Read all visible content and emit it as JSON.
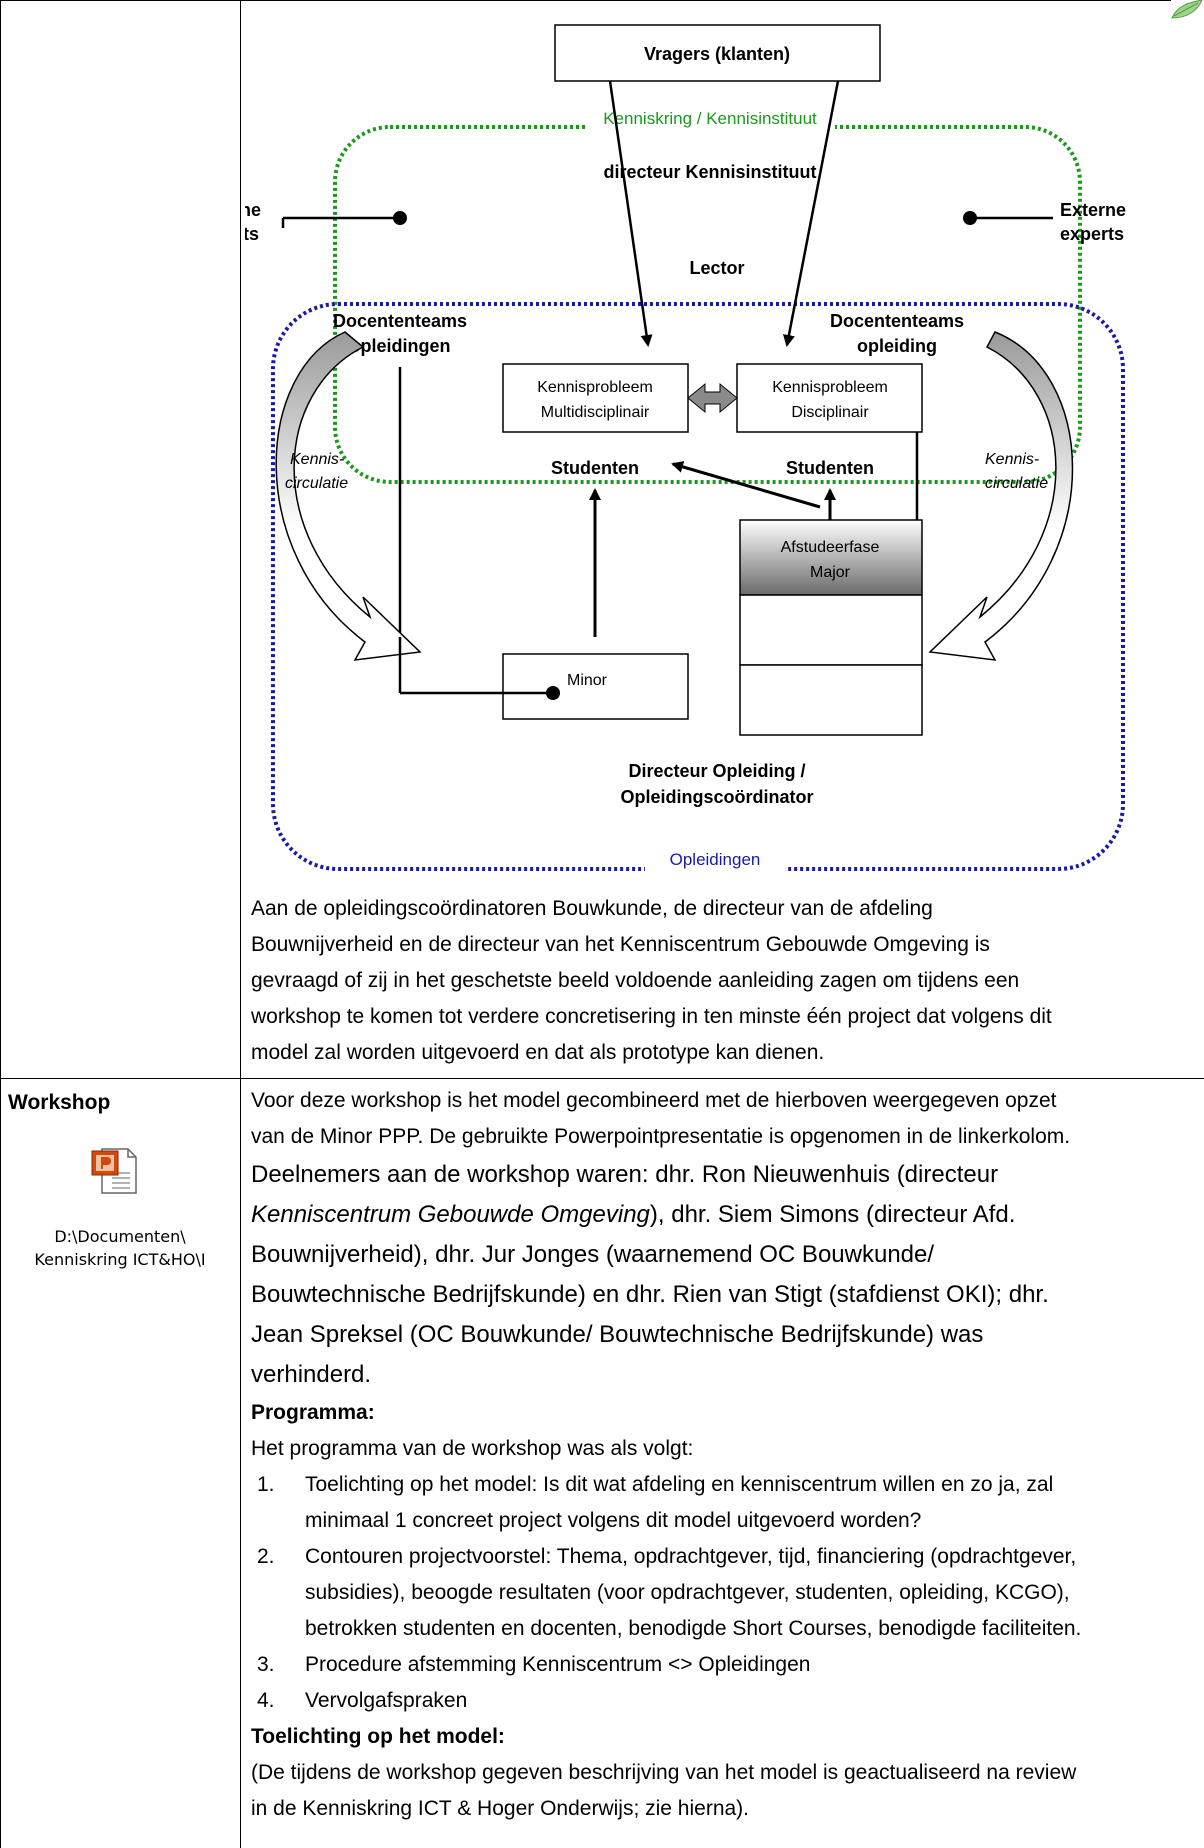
{
  "diagram": {
    "vragers": "Vragers (klanten)",
    "kenniskring": "Kenniskring / Kennisinstituut",
    "directeur_ki": "directeur Kennisinstituut",
    "externe_left_1": "Externe",
    "externe_left_2": "experts",
    "externe_right_1": "Externe",
    "externe_right_2": "experts",
    "lector": "Lector",
    "doc_left_1": "Docententeams",
    "doc_left_2": "opleidingen",
    "doc_right_1": "Docententeams",
    "doc_right_2": "opleiding",
    "kp_left_1": "Kennisprobleem",
    "kp_left_2": "Multidisciplinair",
    "kp_right_1": "Kennisprobleem",
    "kp_right_2": "Disciplinair",
    "kennis_left_1": "Kennis-",
    "kennis_left_2": "circulatie",
    "kennis_right_1": "Kennis-",
    "kennis_right_2": "circulatie",
    "studenten_left": "Studenten",
    "studenten_right": "Studenten",
    "afstudeer_1": "Afstudeerfase",
    "afstudeer_2": "Major",
    "minor": "Minor",
    "dir_opl_1": "Directeur Opleiding /",
    "dir_opl_2": "Opleidingscoördinator",
    "opleidingen": "Opleidingen"
  },
  "intro": {
    "lines": [
      "Aan de opleidingscoördinatoren Bouwkunde, de directeur van de afdeling",
      "Bouwnijverheid en de directeur van het Kenniscentrum Gebouwde Omgeving is",
      "gevraagd of zij in het geschetste beeld voldoende aanleiding zagen om tijdens een",
      "workshop te komen tot verdere concretisering in ten minste één project dat volgens dit",
      "model zal worden uitgevoerd en dat als prototype kan dienen."
    ]
  },
  "workshop": {
    "title": "Workshop",
    "path_1": "D:\\Documenten\\",
    "path_2": "Kenniskring ICT&HO\\I",
    "p1_lines": [
      "Voor deze workshop is het model gecombineerd met de hierboven weergegeven opzet",
      "van de Minor PPP.  De gebruikte Powerpointpresentatie is opgenomen in de linkerkolom."
    ],
    "p2_a": "Deelnemers aan de workshop waren: dhr. Ron Nieuwenhuis (directeur",
    "p2_b_italic": "Kenniscentrum Gebouwde Omgeving",
    "p2_b_rest": "), dhr. Siem Simons (directeur Afd.",
    "p2_c": "Bouwnijverheid), dhr. Jur Jonges (waarnemend OC Bouwkunde/",
    "p2_d": "Bouwtechnische Bedrijfskunde) en dhr. Rien van Stigt (stafdienst OKI); dhr.",
    "p2_e": "Jean Spreksel (OC Bouwkunde/ Bouwtechnische Bedrijfskunde) was",
    "p2_f": "verhinderd.",
    "programma_heading": "Programma:",
    "programma_intro": "Het programma van de workshop was als volgt:",
    "items": [
      {
        "num": "1.",
        "l1": "Toelichting op het model: Is dit wat afdeling en kenniscentrum willen en zo ja, zal",
        "l2": "minimaal 1 concreet project volgens dit model uitgevoerd worden?",
        "l3": ""
      },
      {
        "num": "2.",
        "l1": "Contouren projectvoorstel: Thema, opdrachtgever, tijd, financiering (opdrachtgever,",
        "l2": "subsidies), beoogde resultaten (voor opdrachtgever, studenten, opleiding, KCGO),",
        "l3": "betrokken studenten en docenten, benodigde Short Courses, benodigde faciliteiten."
      },
      {
        "num": "3.",
        "l1": "Procedure afstemming Kenniscentrum <> Opleidingen",
        "l2": "",
        "l3": ""
      },
      {
        "num": "4.",
        "l1": "Vervolgafspraken",
        "l2": "",
        "l3": ""
      }
    ],
    "toelichting_heading": "Toelichting op het model:",
    "toelichting_lines": [
      "(De tijdens de workshop gegeven beschrijving van het model is geactualiseerd na review",
      "in de Kenniskring ICT & Hoger Onderwijs; zie hierna)."
    ]
  },
  "colors": {
    "green_dots": "#1a9a1a",
    "blue_dots": "#1a1aa8",
    "icon_orange": "#d04a10"
  }
}
